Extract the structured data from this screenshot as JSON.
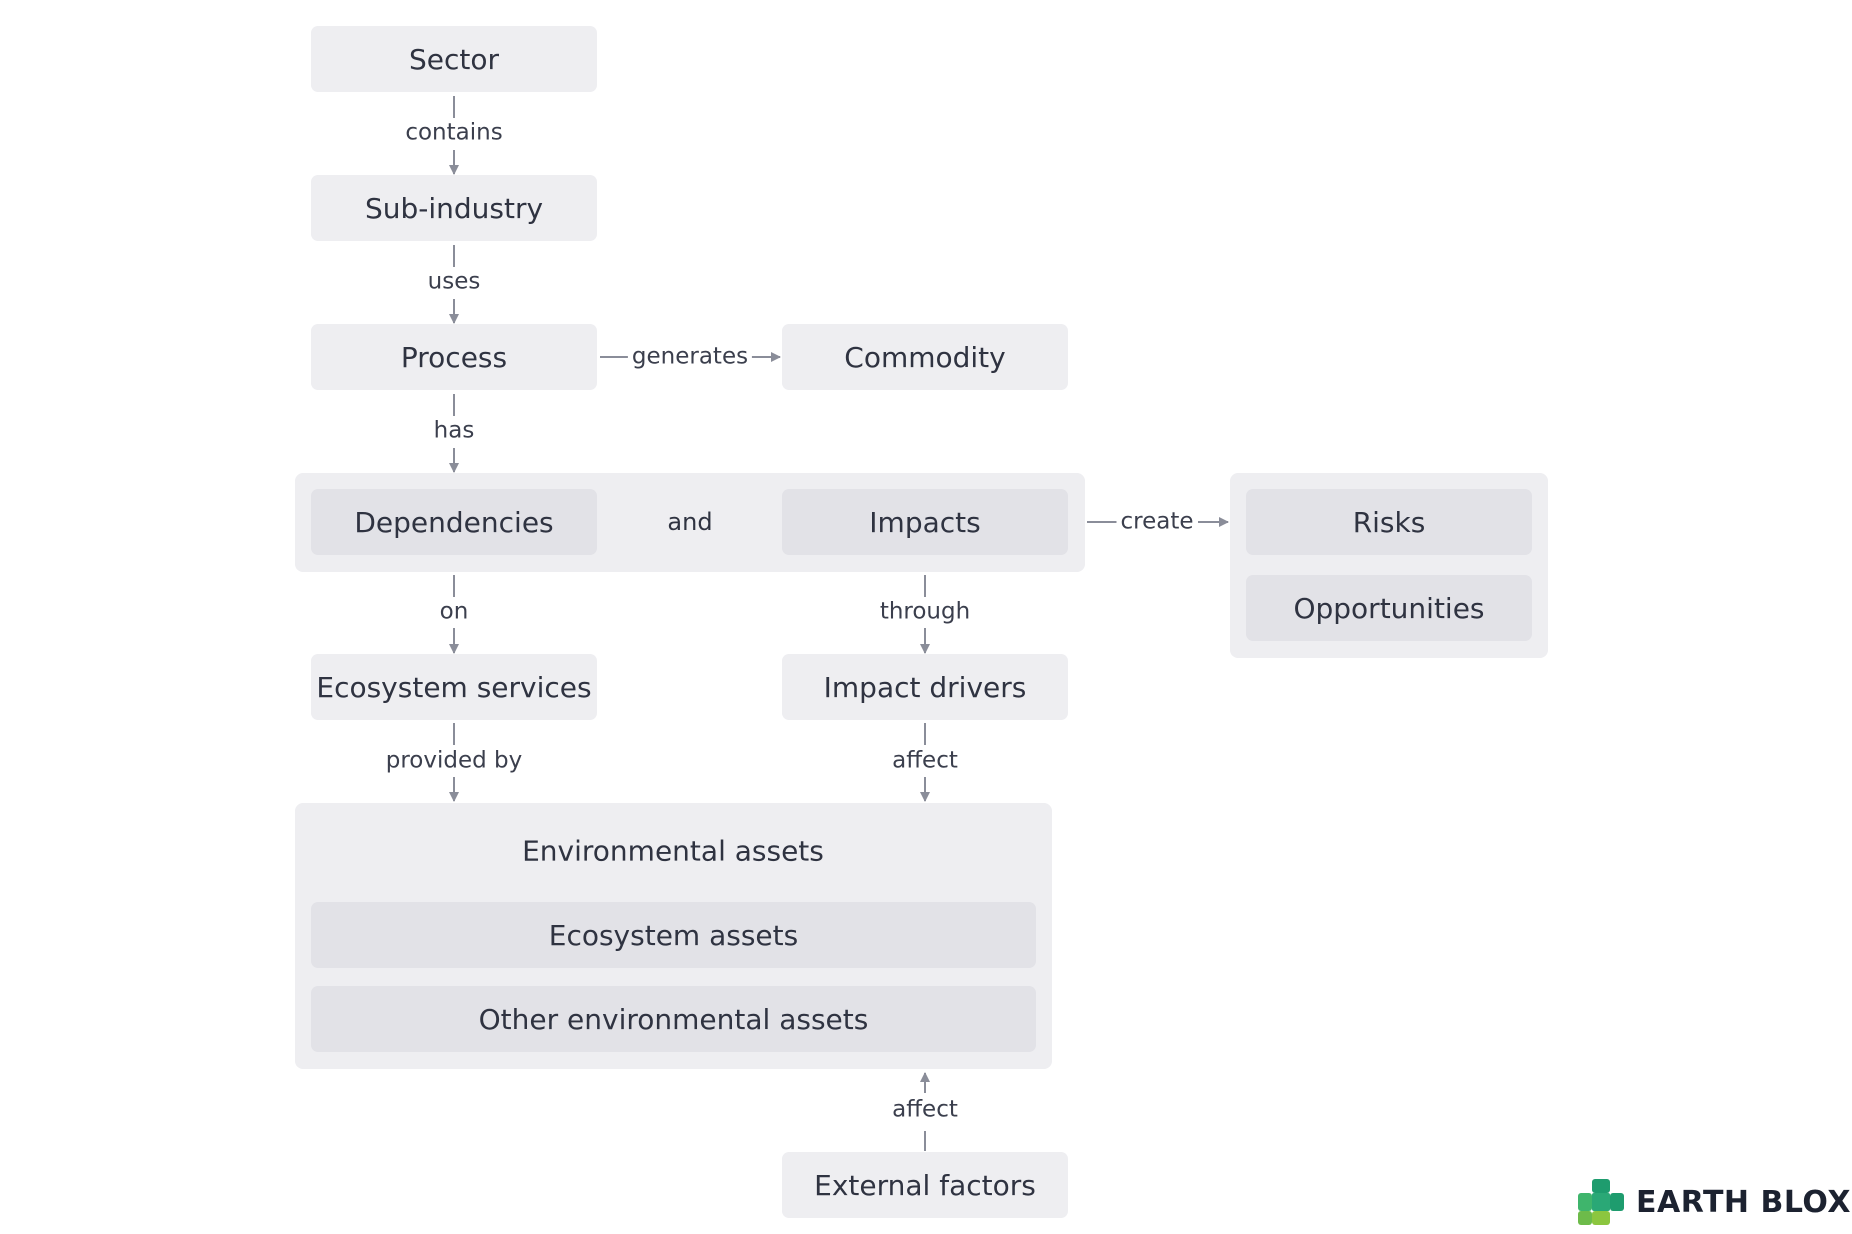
{
  "nodes": {
    "sector": "Sector",
    "sub_industry": "Sub-industry",
    "process": "Process",
    "commodity": "Commodity",
    "dependencies": "Dependencies",
    "impacts": "Impacts",
    "risks": "Risks",
    "opportunities": "Opportunities",
    "ecosystem_services": "Ecosystem services",
    "impact_drivers": "Impact drivers",
    "environmental_assets": "Environmental assets",
    "ecosystem_assets": "Ecosystem assets",
    "other_environmental_assets": "Other environmental assets",
    "external_factors": "External factors"
  },
  "edges": {
    "contains": "contains",
    "uses": "uses",
    "has": "has",
    "generates": "generates",
    "and": "and",
    "create": "create",
    "on": "on",
    "through": "through",
    "provided_by": "provided by",
    "affect_drivers": "affect",
    "affect_external": "affect"
  },
  "brand": {
    "name": "EARTH BLOX"
  },
  "colors": {
    "box": "#eeeef1",
    "inner_box": "#e2e2e7",
    "connector": "#8a8d99",
    "text": "#2f3341",
    "logo_green_dark": "#1e9c6e",
    "logo_green_mid": "#3fb56c",
    "logo_green_light": "#8cc63f"
  }
}
